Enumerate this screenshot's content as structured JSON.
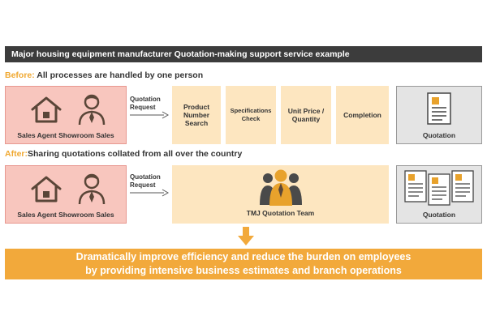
{
  "title": "Major housing equipment manufacturer  Quotation-making support service example",
  "before": {
    "tag": "Before:",
    "heading": " All processes are handled by one person",
    "agent_label": "Sales Agent Showroom Sales",
    "request_line1": "Quotation",
    "request_line2": "Request",
    "steps": [
      {
        "line1": "Product",
        "line2": "Number",
        "line3": "Search"
      },
      {
        "line1": "Specifications",
        "line2": "Check"
      },
      {
        "line1": "Unit Price /",
        "line2": "Quantity"
      },
      {
        "line1": "Completion"
      }
    ],
    "output_label": "Quotation"
  },
  "after": {
    "tag": "After:",
    "heading": "Sharing quotations collated from all over the country",
    "agent_label": "Sales Agent Showroom Sales",
    "request_line1": "Quotation",
    "request_line2": "Request",
    "team_label": "TMJ Quotation Team",
    "output_label": "Quotation"
  },
  "result": {
    "line1": "Dramatically improve efficiency and reduce the burden on employees",
    "line2": "by providing intensive business estimates and branch operations"
  },
  "colors": {
    "title_bar": "#3c3c3c",
    "accent_orange": "#f2a93b",
    "agent_pink": "#f8c6be",
    "step_cream": "#fde6c0",
    "output_gray": "#e4e4e4",
    "icon_dark": "#5a4638",
    "team_gold": "#e8a22c"
  },
  "icons": {
    "house": "house-icon",
    "person": "salesperson-icon",
    "document": "document-icon",
    "team": "team-icon"
  }
}
